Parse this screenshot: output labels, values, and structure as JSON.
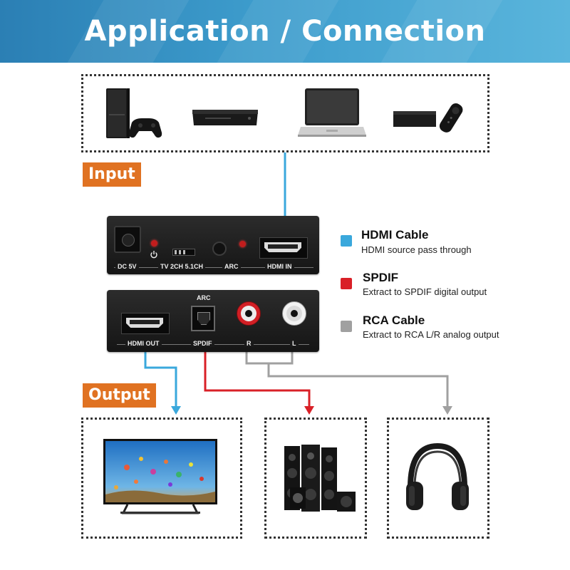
{
  "banner": {
    "title": "Application / Connection"
  },
  "tags": {
    "input": "Input",
    "output": "Output"
  },
  "input_devices": [
    "game-console-icon",
    "bluray-player-icon",
    "laptop-icon",
    "streaming-box-icon"
  ],
  "output_devices": [
    "television-icon",
    "speaker-system-icon",
    "headphones-icon"
  ],
  "input_panel": {
    "dc": "DC 5V",
    "switch": "TV 2CH 5.1CH",
    "arc": "ARC",
    "hdmi_in": "HDMI IN"
  },
  "output_panel": {
    "arc": "ARC",
    "hdmi_out": "HDMI OUT",
    "spdif": "SPDIF",
    "r": "R",
    "l": "L"
  },
  "legend": [
    {
      "title": "HDMI Cable",
      "desc": "HDMI source pass through",
      "color": "#3aa8dc"
    },
    {
      "title": "SPDIF",
      "desc": "Extract to SPDIF digital output",
      "color": "#d92027"
    },
    {
      "title": "RCA Cable",
      "desc": "Extract to RCA L/R analog output",
      "color": "#a0a0a0"
    }
  ],
  "colors": {
    "banner": "#3d9ccc",
    "tag": "#e07222",
    "hdmi": "#3aa8dc",
    "spdif": "#d92027",
    "rca": "#a0a0a0"
  }
}
